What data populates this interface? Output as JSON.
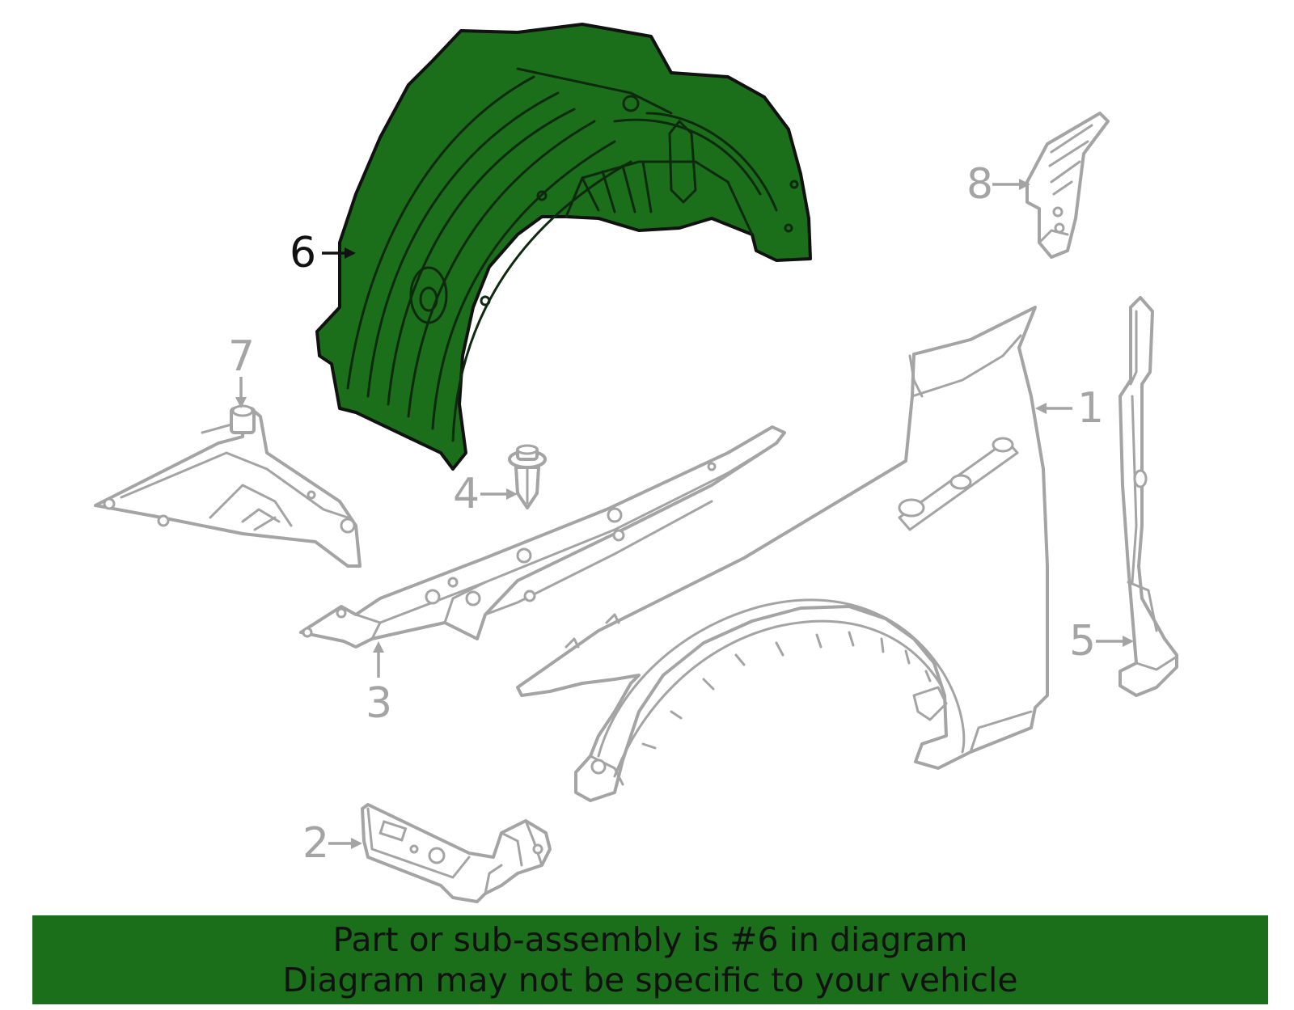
{
  "highlight_color": "#1b6f1b",
  "part_outline_color": "#a4a4a4",
  "callouts": {
    "c1": "1",
    "c2": "2",
    "c3": "3",
    "c4": "4",
    "c5": "5",
    "c6": "6",
    "c7": "7",
    "c8": "8"
  },
  "highlighted_part": "6",
  "banner": {
    "line1": "Part or sub-assembly is #6 in diagram",
    "line2": "Diagram may not be specific to your vehicle"
  }
}
